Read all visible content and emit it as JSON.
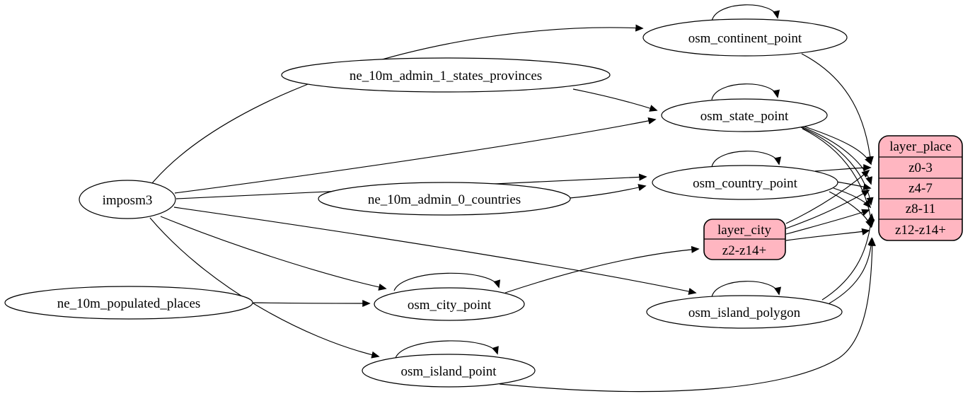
{
  "diagram": {
    "kind": "etl-graph",
    "nodes": {
      "imposm3": "imposm3",
      "ne_10m_admin_1_states_provinces": "ne_10m_admin_1_states_provinces",
      "ne_10m_admin_0_countries": "ne_10m_admin_0_countries",
      "ne_10m_populated_places": "ne_10m_populated_places",
      "osm_continent_point": "osm_continent_point",
      "osm_state_point": "osm_state_point",
      "osm_country_point": "osm_country_point",
      "osm_city_point": "osm_city_point",
      "osm_island_polygon": "osm_island_polygon",
      "osm_island_point": "osm_island_point"
    },
    "records": {
      "layer_place": {
        "title": "layer_place",
        "rows": [
          "z0-3",
          "z4-7",
          "z8-11",
          "z12-z14+"
        ]
      },
      "layer_city": {
        "title": "layer_city",
        "rows": [
          "z2-z14+"
        ]
      }
    },
    "colors": {
      "record_fill": "#ffb6c1",
      "node_fill": "#ffffff",
      "edge": "#000000"
    },
    "relations": [
      {
        "from": "imposm3",
        "to": "osm_continent_point"
      },
      {
        "from": "imposm3",
        "to": "osm_state_point"
      },
      {
        "from": "imposm3",
        "to": "osm_country_point"
      },
      {
        "from": "imposm3",
        "to": "osm_city_point"
      },
      {
        "from": "imposm3",
        "to": "osm_island_polygon"
      },
      {
        "from": "imposm3",
        "to": "osm_island_point"
      },
      {
        "from": "ne_10m_admin_1_states_provinces",
        "to": "osm_state_point"
      },
      {
        "from": "ne_10m_admin_0_countries",
        "to": "osm_country_point"
      },
      {
        "from": "ne_10m_populated_places",
        "to": "osm_city_point"
      },
      {
        "from": "osm_continent_point",
        "to": "osm_continent_point"
      },
      {
        "from": "osm_state_point",
        "to": "osm_state_point"
      },
      {
        "from": "osm_country_point",
        "to": "osm_country_point"
      },
      {
        "from": "osm_city_point",
        "to": "osm_city_point"
      },
      {
        "from": "osm_island_polygon",
        "to": "osm_island_polygon"
      },
      {
        "from": "osm_island_point",
        "to": "osm_island_point"
      },
      {
        "from": "osm_city_point",
        "to": "layer_city:z2-z14+"
      },
      {
        "from": "osm_continent_point",
        "to": "layer_place:z0-3"
      },
      {
        "from": "osm_state_point",
        "to": "layer_place:z0-3"
      },
      {
        "from": "osm_state_point",
        "to": "layer_place:z4-7"
      },
      {
        "from": "osm_state_point",
        "to": "layer_place:z8-11"
      },
      {
        "from": "osm_state_point",
        "to": "layer_place:z12-z14+"
      },
      {
        "from": "osm_country_point",
        "to": "layer_place:z0-3"
      },
      {
        "from": "osm_country_point",
        "to": "layer_place:z4-7"
      },
      {
        "from": "osm_country_point",
        "to": "layer_place:z8-11"
      },
      {
        "from": "osm_country_point",
        "to": "layer_place:z12-z14+"
      },
      {
        "from": "osm_island_polygon",
        "to": "layer_place:z8-11"
      },
      {
        "from": "osm_island_polygon",
        "to": "layer_place:z12-z14+"
      },
      {
        "from": "osm_island_point",
        "to": "layer_place:z12-z14+"
      },
      {
        "from": "layer_city",
        "to": "layer_place:z0-3"
      },
      {
        "from": "layer_city",
        "to": "layer_place:z4-7"
      },
      {
        "from": "layer_city",
        "to": "layer_place:z8-11"
      },
      {
        "from": "layer_city",
        "to": "layer_place:z12-z14+"
      }
    ]
  }
}
